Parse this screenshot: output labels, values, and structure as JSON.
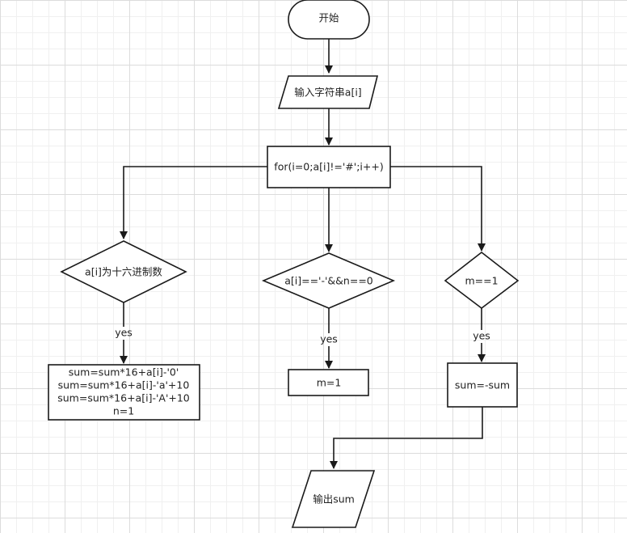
{
  "colors": {
    "stroke": "#1a1a1a",
    "fill": "#ffffff",
    "text": "#222222",
    "grid": "#dcdcdc"
  },
  "nodes": {
    "start": "开始",
    "input": "输入字符串a[i]",
    "loop": "for(i=0;a[i]!='#';i++)",
    "cond_hex": "a[i]为十六进制数",
    "cond_minus": "a[i]=='-'&&n==0",
    "cond_m": "m==1",
    "proc_sum": [
      "sum=sum*16+a[i]-'0'",
      "sum=sum*16+a[i]-'a'+10",
      "sum=sum*16+a[i]-'A'+10",
      "n=1"
    ],
    "proc_m": "m=1",
    "proc_neg": "sum=-sum",
    "output": "输出sum"
  },
  "edge_labels": {
    "yes_left": "yes",
    "yes_middle": "yes",
    "yes_right": "yes"
  }
}
